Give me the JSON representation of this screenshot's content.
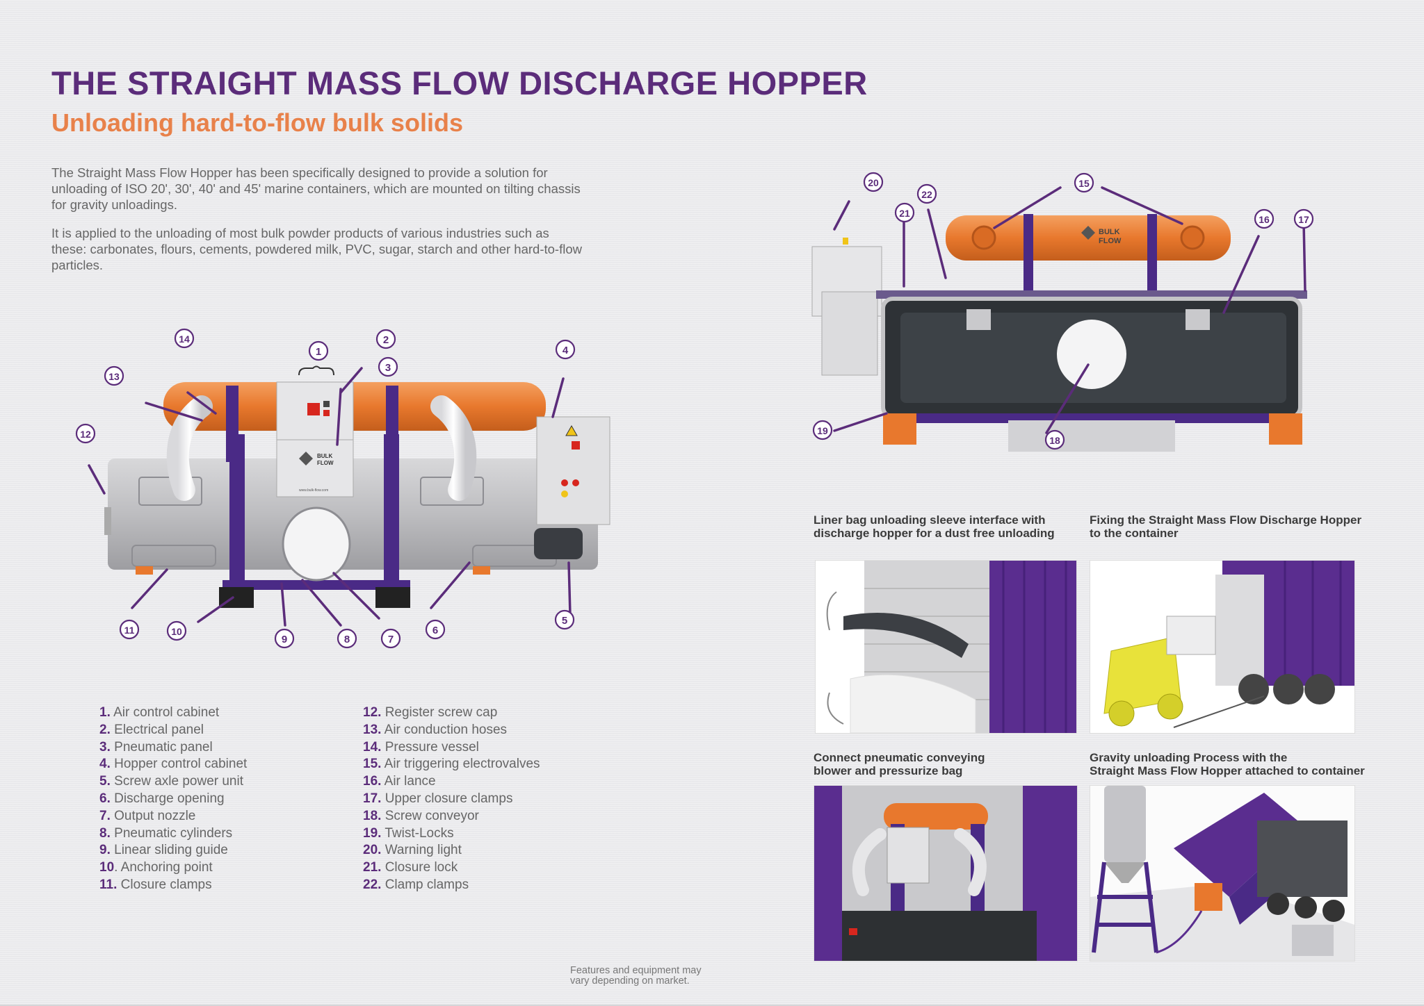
{
  "header": {
    "title": "THE STRAIGHT MASS FLOW DISCHARGE HOPPER",
    "subtitle": "Unloading hard-to-flow bulk solids"
  },
  "intro": {
    "p1": "The Straight Mass Flow Hopper has been specifically designed to provide a solution for unloading of ISO 20', 30', 40' and 45' marine containers, which are mounted on tilting chassis for gravity unloadings.",
    "p2": "It is applied to the unloading of most bulk powder products of various industries such as these: carbonates, flours, cements, powdered milk, PVC, sugar, starch and other hard-to-flow particles."
  },
  "brand": {
    "logo_text_1": "BULK",
    "logo_text_2": "FLOW",
    "url": "www.bulk-flow.com"
  },
  "colors": {
    "purple": "#5b2c7a",
    "orange": "#e8814a",
    "steel": "#c4c4c6",
    "dark": "#2d3033"
  },
  "callouts_left": [
    "1",
    "2",
    "3",
    "4",
    "5",
    "6",
    "7",
    "8",
    "9",
    "10",
    "11",
    "12",
    "13",
    "14"
  ],
  "callouts_right": [
    "15",
    "16",
    "17",
    "18",
    "19",
    "20",
    "21",
    "22"
  ],
  "legend_left": [
    {
      "n": "1.",
      "label": "Air control cabinet"
    },
    {
      "n": "2.",
      "label": "Electrical panel"
    },
    {
      "n": "3.",
      "label": "Pneumatic panel"
    },
    {
      "n": "4.",
      "label": "Hopper control cabinet"
    },
    {
      "n": "5.",
      "label": "Screw axle power unit"
    },
    {
      "n": "6.",
      "label": "Discharge opening"
    },
    {
      "n": "7.",
      "label": "Output nozzle"
    },
    {
      "n": "8.",
      "label": "Pneumatic cylinders"
    },
    {
      "n": "9.",
      "label": "Linear sliding guide"
    },
    {
      "n": "10",
      "label": ". Anchoring point"
    },
    {
      "n": "11.",
      "label": "Closure clamps"
    }
  ],
  "legend_right": [
    {
      "n": "12.",
      "label": "Register screw cap"
    },
    {
      "n": "13.",
      "label": "Air conduction hoses"
    },
    {
      "n": "14.",
      "label": "Pressure vessel"
    },
    {
      "n": "15.",
      "label": "Air triggering electrovalves"
    },
    {
      "n": "16.",
      "label": "Air lance"
    },
    {
      "n": "17.",
      "label": "Upper closure clamps"
    },
    {
      "n": "18.",
      "label": "Screw conveyor"
    },
    {
      "n": "19.",
      "label": "Twist-Locks"
    },
    {
      "n": "20.",
      "label": "Warning light"
    },
    {
      "n": "21.",
      "label": "Closure lock"
    },
    {
      "n": "22.",
      "label": "Clamp clamps"
    }
  ],
  "photos": [
    {
      "caption": "Liner bag unloading sleeve interface with\ndischarge hopper for a dust free unloading"
    },
    {
      "caption": "Fixing the Straight Mass Flow Discharge Hopper\nto the container"
    },
    {
      "caption": "Connect pneumatic conveying\nblower and pressurize bag"
    },
    {
      "caption": "Gravity unloading Process with the\nStraight Mass Flow Hopper attached to container"
    }
  ],
  "footnote": "Features and equipment may\nvary depending on market."
}
